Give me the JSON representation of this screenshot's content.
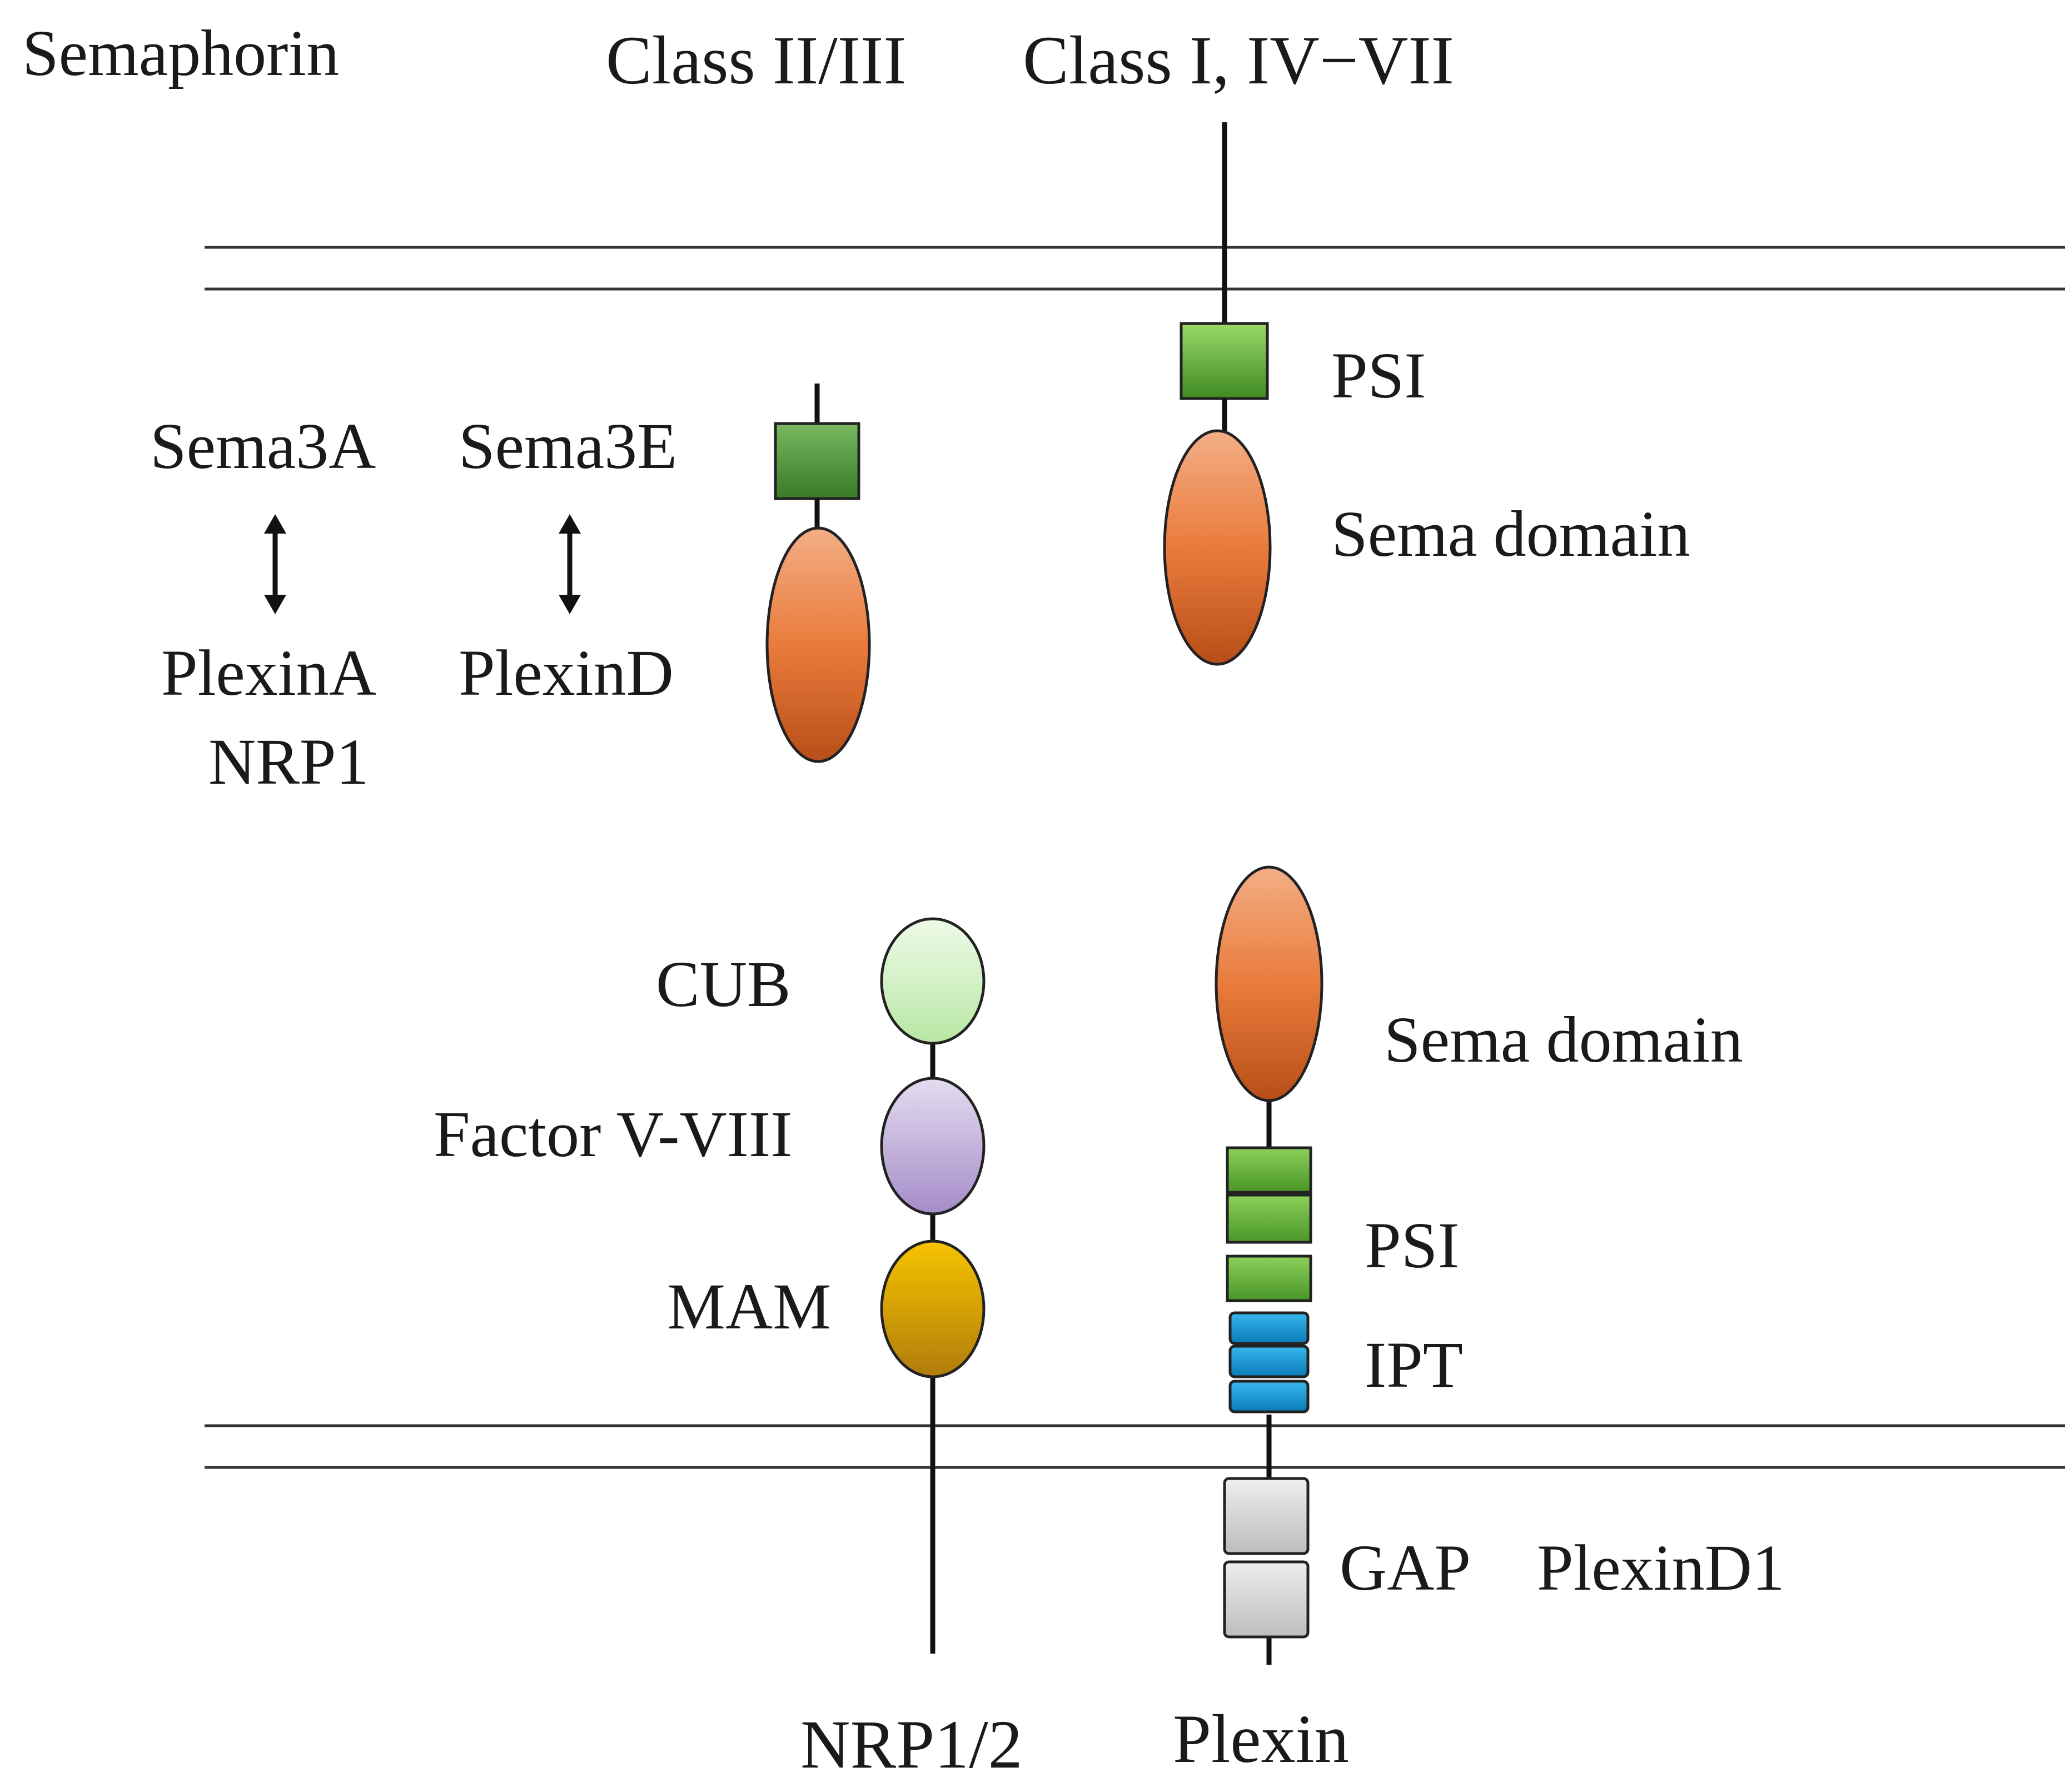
{
  "labels": {
    "semaphorin": "Semaphorin",
    "class_ii_iii": "Class II/III",
    "class_i_iv_vii": "Class I, IV−VII",
    "sema3a": "Sema3A",
    "sema3e": "Sema3E",
    "plexina": "PlexinA",
    "nrp1": "NRP1",
    "plexind": "PlexinD",
    "psi_top": "PSI",
    "sema_domain_top": "Sema domain",
    "cub": "CUB",
    "factor_v_viii": "Factor V-VIII",
    "mam": "MAM",
    "sema_domain_bottom": "Sema domain",
    "psi_bottom": "PSI",
    "ipt": "IPT",
    "gap": "GAP",
    "plexind1": "PlexinD1",
    "nrp12": "NRP1/2",
    "plexin": "Plexin"
  },
  "colors": {
    "psi_green": "#5aa832",
    "sema_orange": "#e0702c",
    "cub_green": "#cdeec0",
    "factor_purple": "#b8a4d6",
    "mam_gold": "#e0a800",
    "ipt_blue": "#1a9ad6",
    "gap_gray": "#d4d4d4"
  }
}
